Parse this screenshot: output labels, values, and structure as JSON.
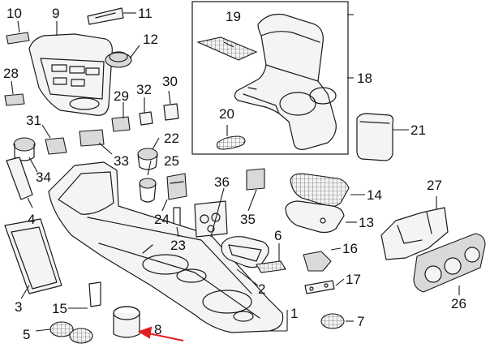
{
  "callouts": [
    {
      "id": "c1",
      "text": "1"
    },
    {
      "id": "c2",
      "text": "2"
    },
    {
      "id": "c3",
      "text": "3"
    },
    {
      "id": "c4",
      "text": "4"
    },
    {
      "id": "c5",
      "text": "5"
    },
    {
      "id": "c6",
      "text": "6"
    },
    {
      "id": "c7",
      "text": "7"
    },
    {
      "id": "c8",
      "text": "8"
    },
    {
      "id": "c9",
      "text": "9"
    },
    {
      "id": "c10",
      "text": "10"
    },
    {
      "id": "c11",
      "text": "11"
    },
    {
      "id": "c12",
      "text": "12"
    },
    {
      "id": "c13",
      "text": "13"
    },
    {
      "id": "c14",
      "text": "14"
    },
    {
      "id": "c15",
      "text": "15"
    },
    {
      "id": "c16",
      "text": "16"
    },
    {
      "id": "c17",
      "text": "17"
    },
    {
      "id": "c18",
      "text": "18"
    },
    {
      "id": "c19",
      "text": "19"
    },
    {
      "id": "c20",
      "text": "20"
    },
    {
      "id": "c21",
      "text": "21"
    },
    {
      "id": "c22",
      "text": "22"
    },
    {
      "id": "c23",
      "text": "23"
    },
    {
      "id": "c24",
      "text": "24"
    },
    {
      "id": "c25",
      "text": "25"
    },
    {
      "id": "c26",
      "text": "26"
    },
    {
      "id": "c27",
      "text": "27"
    },
    {
      "id": "c28",
      "text": "28"
    },
    {
      "id": "c29",
      "text": "29"
    },
    {
      "id": "c30",
      "text": "30"
    },
    {
      "id": "c31",
      "text": "31"
    },
    {
      "id": "c32",
      "text": "32"
    },
    {
      "id": "c33",
      "text": "33"
    },
    {
      "id": "c34",
      "text": "34"
    },
    {
      "id": "c35",
      "text": "35"
    },
    {
      "id": "c36",
      "text": "36"
    }
  ],
  "highlight": {
    "color": "#e21f1f",
    "target": "8"
  }
}
